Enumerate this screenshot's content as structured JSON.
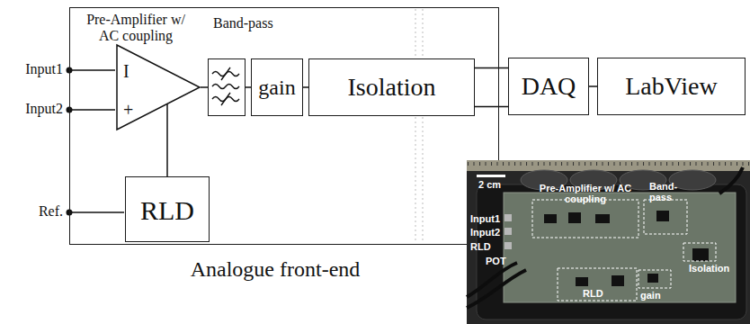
{
  "diagram": {
    "nodes": [
      {
        "text": [
          "Analogue front-end"
        ]
      },
      {
        "text": [
          "Pre-Amplifier w/ AC coupling",
          "I",
          "+"
        ],
        "in": 0
      },
      {
        "text": [
          "Band-pass"
        ],
        "in": 0
      },
      {
        "text": [
          "gain"
        ],
        "in": 0
      },
      {
        "text": [
          "Isolation"
        ],
        "in": 0
      },
      {
        "text": [
          "RLD"
        ],
        "in": 0
      },
      {
        "text": [
          "DAQ"
        ]
      },
      {
        "text": [
          "LabView"
        ]
      }
    ],
    "edges": [
      {
        "from": 1,
        "to": 2,
        "arrow": "none"
      },
      {
        "from": 2,
        "to": 3,
        "arrow": "none"
      },
      {
        "from": 3,
        "to": 4,
        "arrow": "none"
      },
      {
        "from": 4,
        "to": 6,
        "arrow": "none"
      },
      {
        "from": 4,
        "to": 6,
        "arrow": "none"
      },
      {
        "from": 6,
        "to": 7,
        "arrow": "none"
      },
      {
        "from": 1,
        "to": 5,
        "arrow": "none"
      }
    ],
    "labels": [
      "Input1",
      "Input2",
      "Ref.",
      "2 cm",
      "Pre-Amplifier w/ AC coupling",
      "Band-pass",
      "Input1",
      "Input2",
      "RLD",
      "POT",
      "RLD",
      "gain",
      "Isolation"
    ]
  }
}
